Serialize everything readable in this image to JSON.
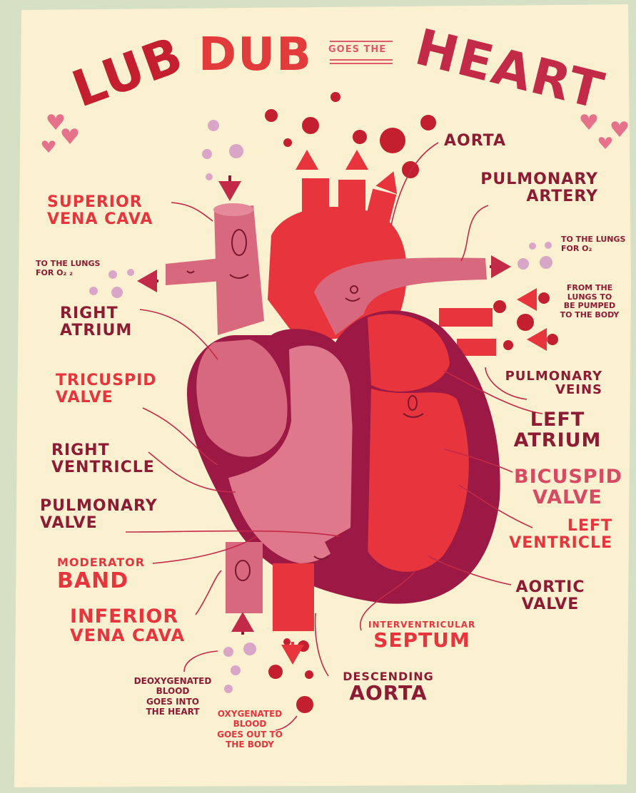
{
  "title": {
    "lub": "LUB",
    "dub": "DUB",
    "goes_the": "GOES THE",
    "heart": "HEART"
  },
  "colors": {
    "paper": "#fbf0d0",
    "background": "#d6e0c4",
    "oxygenated_red": "#e8353d",
    "dark_red": "#8c1b33",
    "deoxygenated_pink": "#d8687d",
    "septum_maroon": "#9b1944"
  },
  "labels": {
    "aorta": "AORTA",
    "pulmonary_artery": [
      "PULMONARY",
      "ARTERY"
    ],
    "superior_vena_cava": [
      "SUPERIOR",
      "VENA CAVA"
    ],
    "to_lungs_left": [
      "TO THE LUNGS",
      "FOR O₂ ₂"
    ],
    "to_lungs_right": [
      "TO THE LUNGS",
      "FOR O₂"
    ],
    "from_lungs": [
      "FROM THE",
      "LUNGS TO",
      "BE PUMPED",
      "TO THE BODY"
    ],
    "right_atrium": [
      "RIGHT",
      "ATRIUM"
    ],
    "tricuspid_valve": [
      "TRICUSPID",
      "VALVE"
    ],
    "right_ventricle": [
      "RIGHT",
      "VENTRICLE"
    ],
    "pulmonary_valve": [
      "PULMONARY",
      "VALVE"
    ],
    "moderator_band": [
      "MODERATOR",
      "BAND"
    ],
    "inferior_vena_cava": [
      "INFERIOR",
      "VENA CAVA"
    ],
    "deoxygenated_blood": [
      "DEOXYGENATED",
      "BLOOD",
      "GOES INTO",
      "THE HEART"
    ],
    "oxygenated_blood": [
      "OXYGENATED",
      "BLOOD",
      "GOES OUT TO",
      "THE BODY"
    ],
    "descending_aorta": [
      "DESCENDING",
      "AORTA"
    ],
    "interventricular_septum": [
      "INTERVENTRICULAR",
      "SEPTUM"
    ],
    "aortic_valve": [
      "AORTIC",
      "VALVE"
    ],
    "left_ventricle": [
      "LEFT",
      "VENTRICLE"
    ],
    "bicuspid_valve": [
      "BICUSPID",
      "VALVE"
    ],
    "left_atrium": [
      "LEFT",
      "ATRIUM"
    ],
    "pulmonary_veins": [
      "PULMONARY",
      "VEINS"
    ]
  },
  "icons": [
    "heart-doodle-icon",
    "blood-cell-icon",
    "flow-arrow-icon"
  ]
}
